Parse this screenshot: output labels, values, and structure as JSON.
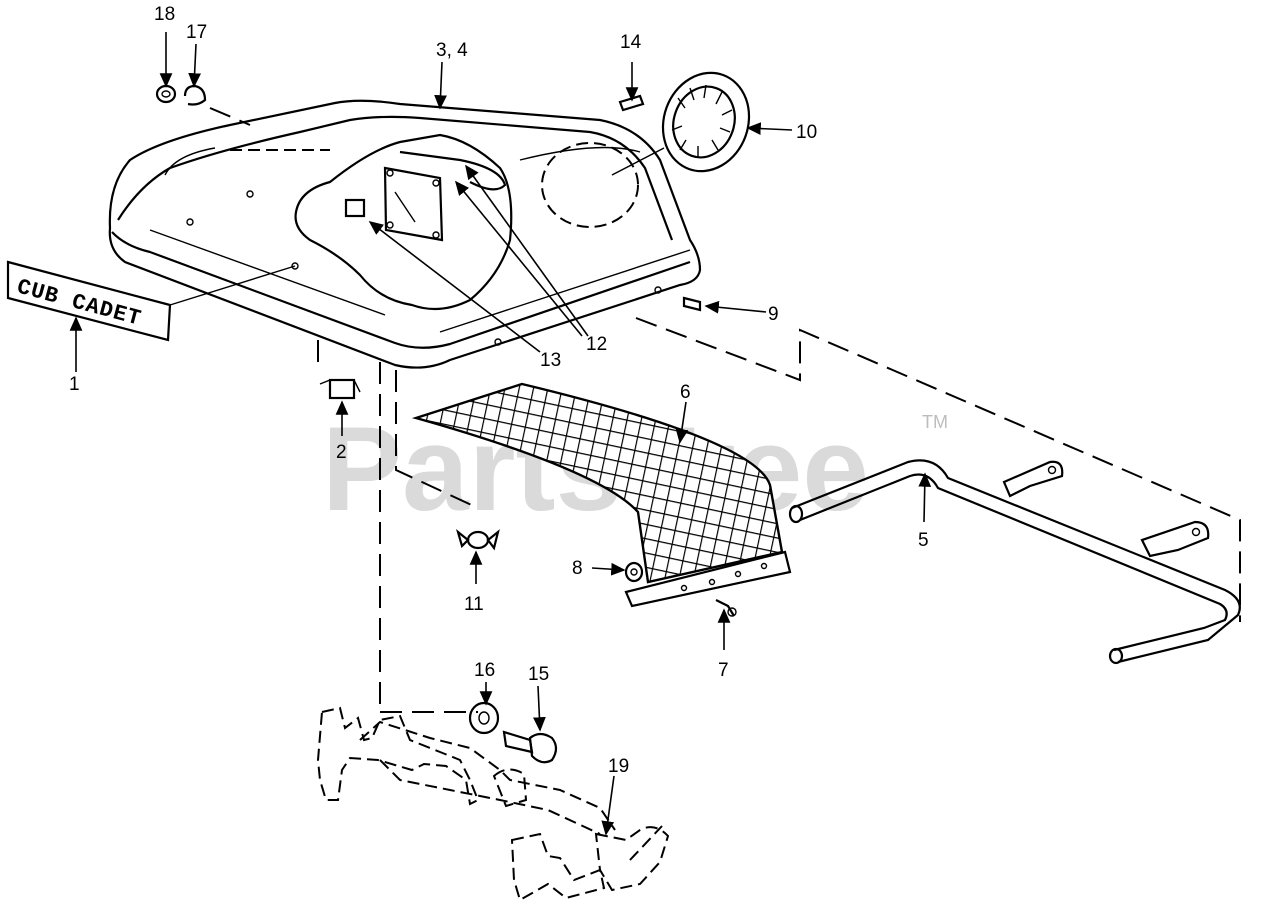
{
  "watermark": {
    "text": "PartsTree",
    "trademark": "TM"
  },
  "nameplate": {
    "text": "CUB CADET"
  },
  "callouts": {
    "c1": "1",
    "c2": "2",
    "c3_4": "3, 4",
    "c5": "5",
    "c6": "6",
    "c7": "7",
    "c8": "8",
    "c9": "9",
    "c10": "10",
    "c11": "11",
    "c12": "12",
    "c13": "13",
    "c14": "14",
    "c15": "15",
    "c16": "16",
    "c17": "17",
    "c18": "18",
    "c19": "19"
  }
}
